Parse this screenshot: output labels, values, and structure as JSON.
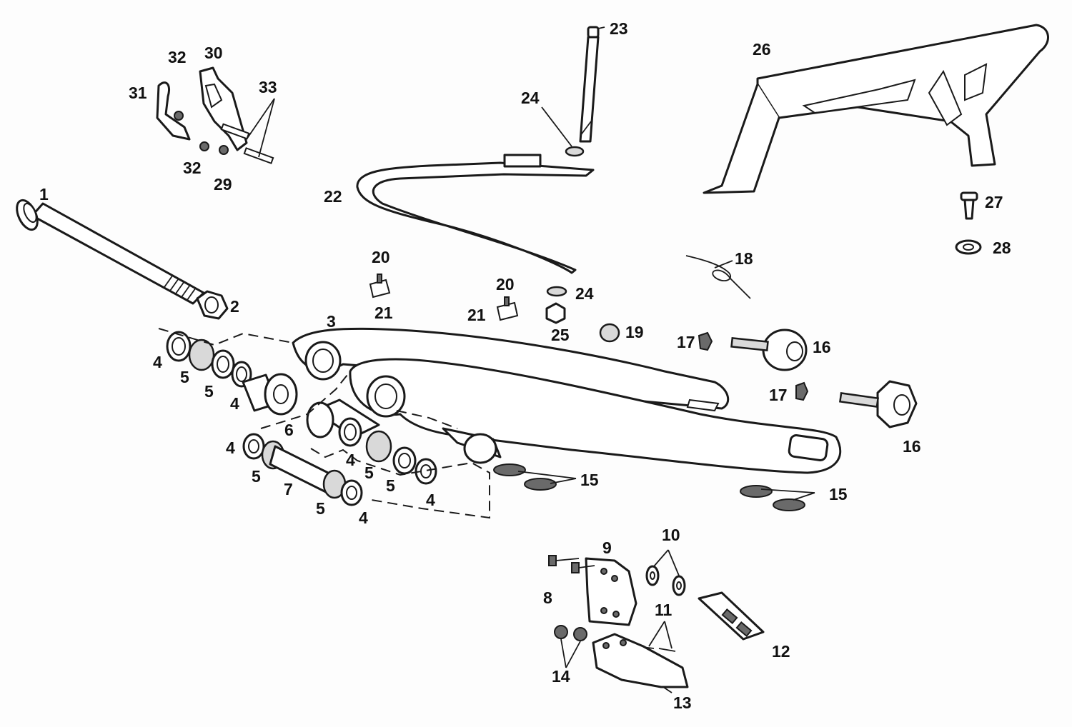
{
  "callouts": {
    "c1": "1",
    "c2": "2",
    "c3": "3",
    "c4": "4",
    "c5": "5",
    "c6": "6",
    "c7": "7",
    "c8": "8",
    "c9": "9",
    "c10": "10",
    "c11": "11",
    "c12": "12",
    "c13": "13",
    "c14": "14",
    "c15": "15",
    "c16": "16",
    "c17": "17",
    "c18": "18",
    "c19": "19",
    "c20": "20",
    "c21": "21",
    "c22": "22",
    "c23": "23",
    "c24": "24",
    "c25": "25",
    "c26": "26",
    "c27": "27",
    "c28": "28",
    "c29": "29",
    "c30": "30",
    "c31": "31",
    "c32": "32",
    "c33": "33"
  },
  "colors": {
    "line": "#1a1a1a",
    "paper": "#fdfdfd",
    "shade": "#d9d9d9"
  }
}
